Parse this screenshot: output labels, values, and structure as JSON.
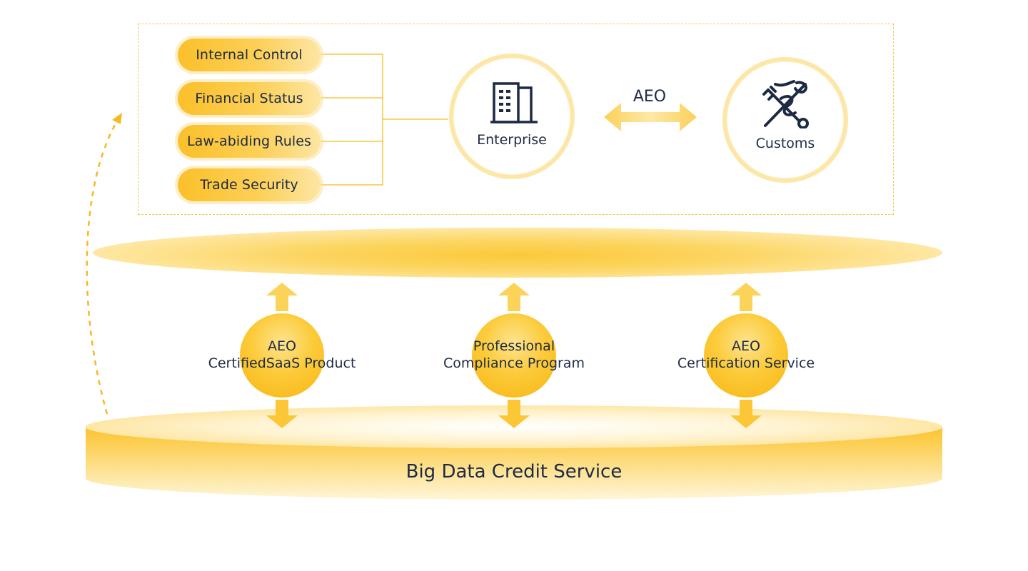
{
  "criteria": [
    {
      "label": "Internal Control"
    },
    {
      "label": "Financial Status"
    },
    {
      "label": "Law-abiding Rules"
    },
    {
      "label": "Trade Security"
    }
  ],
  "enterprise": {
    "label": "Enterprise",
    "icon": "building-icon"
  },
  "customs": {
    "label": "Customs",
    "icon": "customs-key-caduceus-icon"
  },
  "link": {
    "label": "AEO"
  },
  "services": [
    {
      "line1": "AEO",
      "line2": "CertifiedSaaS Product"
    },
    {
      "line1": "Professional",
      "line2": "Compliance Program"
    },
    {
      "line1": "AEO",
      "line2": "Certification Service"
    }
  ],
  "foundation": {
    "label": "Big Data Credit Service"
  },
  "colors": {
    "accent": "#fbc02a",
    "light": "#fde7a8",
    "text": "#1d2a44",
    "frame": "#f5c84a"
  }
}
